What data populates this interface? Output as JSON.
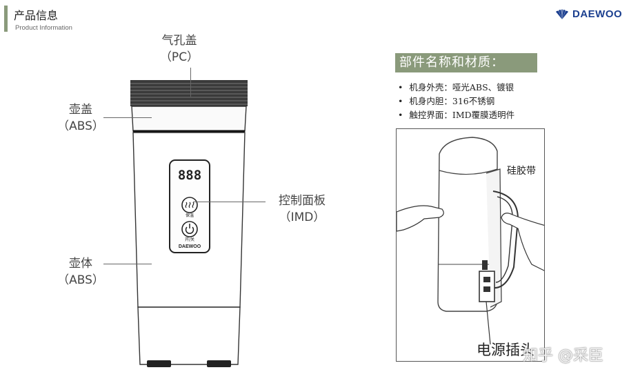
{
  "header": {
    "title": "产品信息",
    "subtitle": "Product Information",
    "brand": "DAEWOO",
    "logo_icon": "daewoo-shell-logo",
    "accent_color": "#8a9a7b",
    "brand_color": "#1b3f8f"
  },
  "diagram": {
    "vent_lid": {
      "name": "气孔盖",
      "material": "（PC）"
    },
    "lid": {
      "name": "壶盖",
      "material": "（ABS）"
    },
    "control_panel": {
      "name": "控制面板",
      "material": "（IMD）"
    },
    "body": {
      "name": "壶体",
      "material": "（ABS）"
    },
    "display": "888",
    "button_heat_label": "保温",
    "button_power_label": "开/关",
    "panel_brand": "DAEWOO"
  },
  "specs": {
    "heading": "部件名称和材质：",
    "items": [
      "机身外壳：哑光ABS、镀银",
      "机身内胆：316不锈钢",
      "触控界面：IMD覆膜透明件"
    ]
  },
  "photo": {
    "silicone_band_label": "硅胶带",
    "power_plug_label": "电源插头",
    "watermark": "知乎 @采臣"
  }
}
